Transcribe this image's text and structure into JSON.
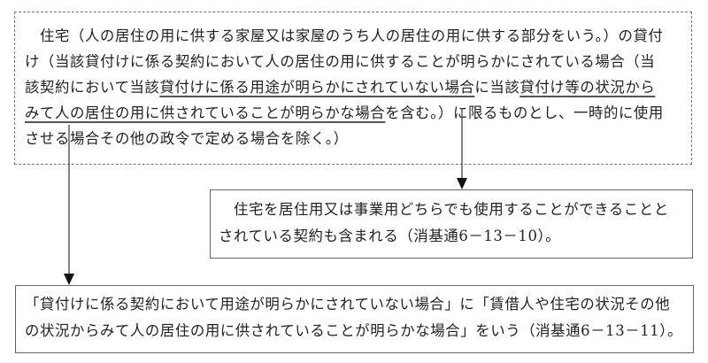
{
  "box1": {
    "lines": [
      [
        {
          "t": "　住宅（人の居住の用に供する家屋又は家屋のうち人の居住の用に供する部分をいう。）の貸付",
          "u": false
        }
      ],
      [
        {
          "t": "け（当該貸付けに係る契約において人の居住の用に供することが明らかにされている場合（当",
          "u": false
        }
      ],
      [
        {
          "t": "該契約において当該",
          "u": false
        },
        {
          "t": "貸付けに係る用途が明らかにされていない場合",
          "u": true
        },
        {
          "t": "に当該",
          "u": false
        },
        {
          "t": "貸付け等の状況から",
          "u": true
        }
      ],
      [
        {
          "t": "みて人の居住の用に供されていることが明らかな場合",
          "u": true
        },
        {
          "t": "を含む。）に限るものとし、一時的に使用",
          "u": false
        }
      ],
      [
        {
          "t": "させる場合その他の政令で定める場合を除く。）",
          "u": false
        }
      ]
    ]
  },
  "box2": {
    "lines": [
      "　住宅を居住用又は事業用どちらでも使用することができることと",
      "されている契約も含まれる（消基通6－13－10）。"
    ]
  },
  "box3": {
    "lines": [
      "「貸付けに係る契約において用途が明らかにされていない場合」に「賃借人や住宅の状況その他",
      "の状況からみて人の居住の用に供されていることが明らかな場合」をいう（消基通6－13－11）。"
    ]
  }
}
